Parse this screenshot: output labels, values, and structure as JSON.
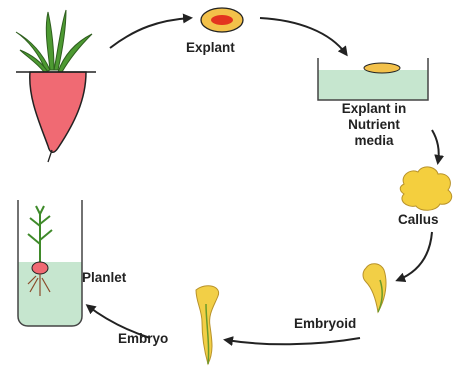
{
  "labels": {
    "explant": "Explant",
    "explant_in_media_line1": "Explant in",
    "explant_in_media_line2": "Nutrient",
    "explant_in_media_line3": "media",
    "callus": "Callus",
    "embryoid": "Embryoid",
    "embryo": "Embryo",
    "planlet": "Planlet"
  },
  "colors": {
    "carrot_root": "#f06a73",
    "carrot_outline": "#222222",
    "leaves": "#3f8a2a",
    "explant_outer": "#f3c14a",
    "explant_inner": "#e3331f",
    "nutrient_media": "#c6e6cf",
    "callus": "#f4cf3e",
    "embryo": "#f2cf46",
    "arrow": "#222222"
  }
}
